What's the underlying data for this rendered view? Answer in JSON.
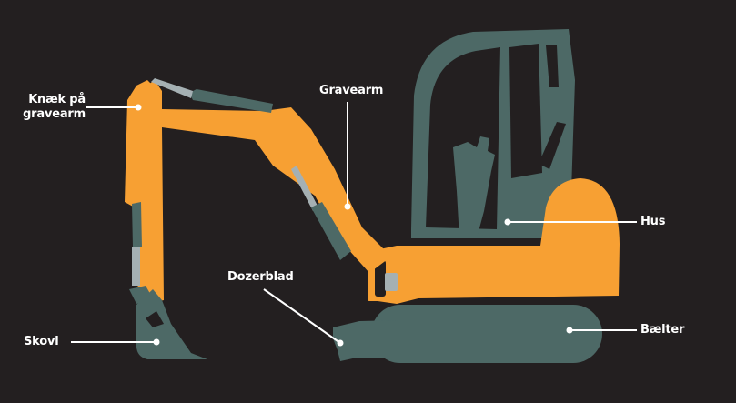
{
  "diagram": {
    "colors": {
      "background": "#231f20",
      "body": "#f7a033",
      "machine": "#4d6966",
      "piston_chrome": "#a5b0b3",
      "leader": "#ffffff"
    },
    "labels": {
      "knee": {
        "line1": "Knæk på",
        "line2": "gravearm"
      },
      "arm": "Gravearm",
      "house": "Hus",
      "blade": "Dozerblad",
      "bucket": "Skovl",
      "tracks": "Bælter"
    }
  }
}
